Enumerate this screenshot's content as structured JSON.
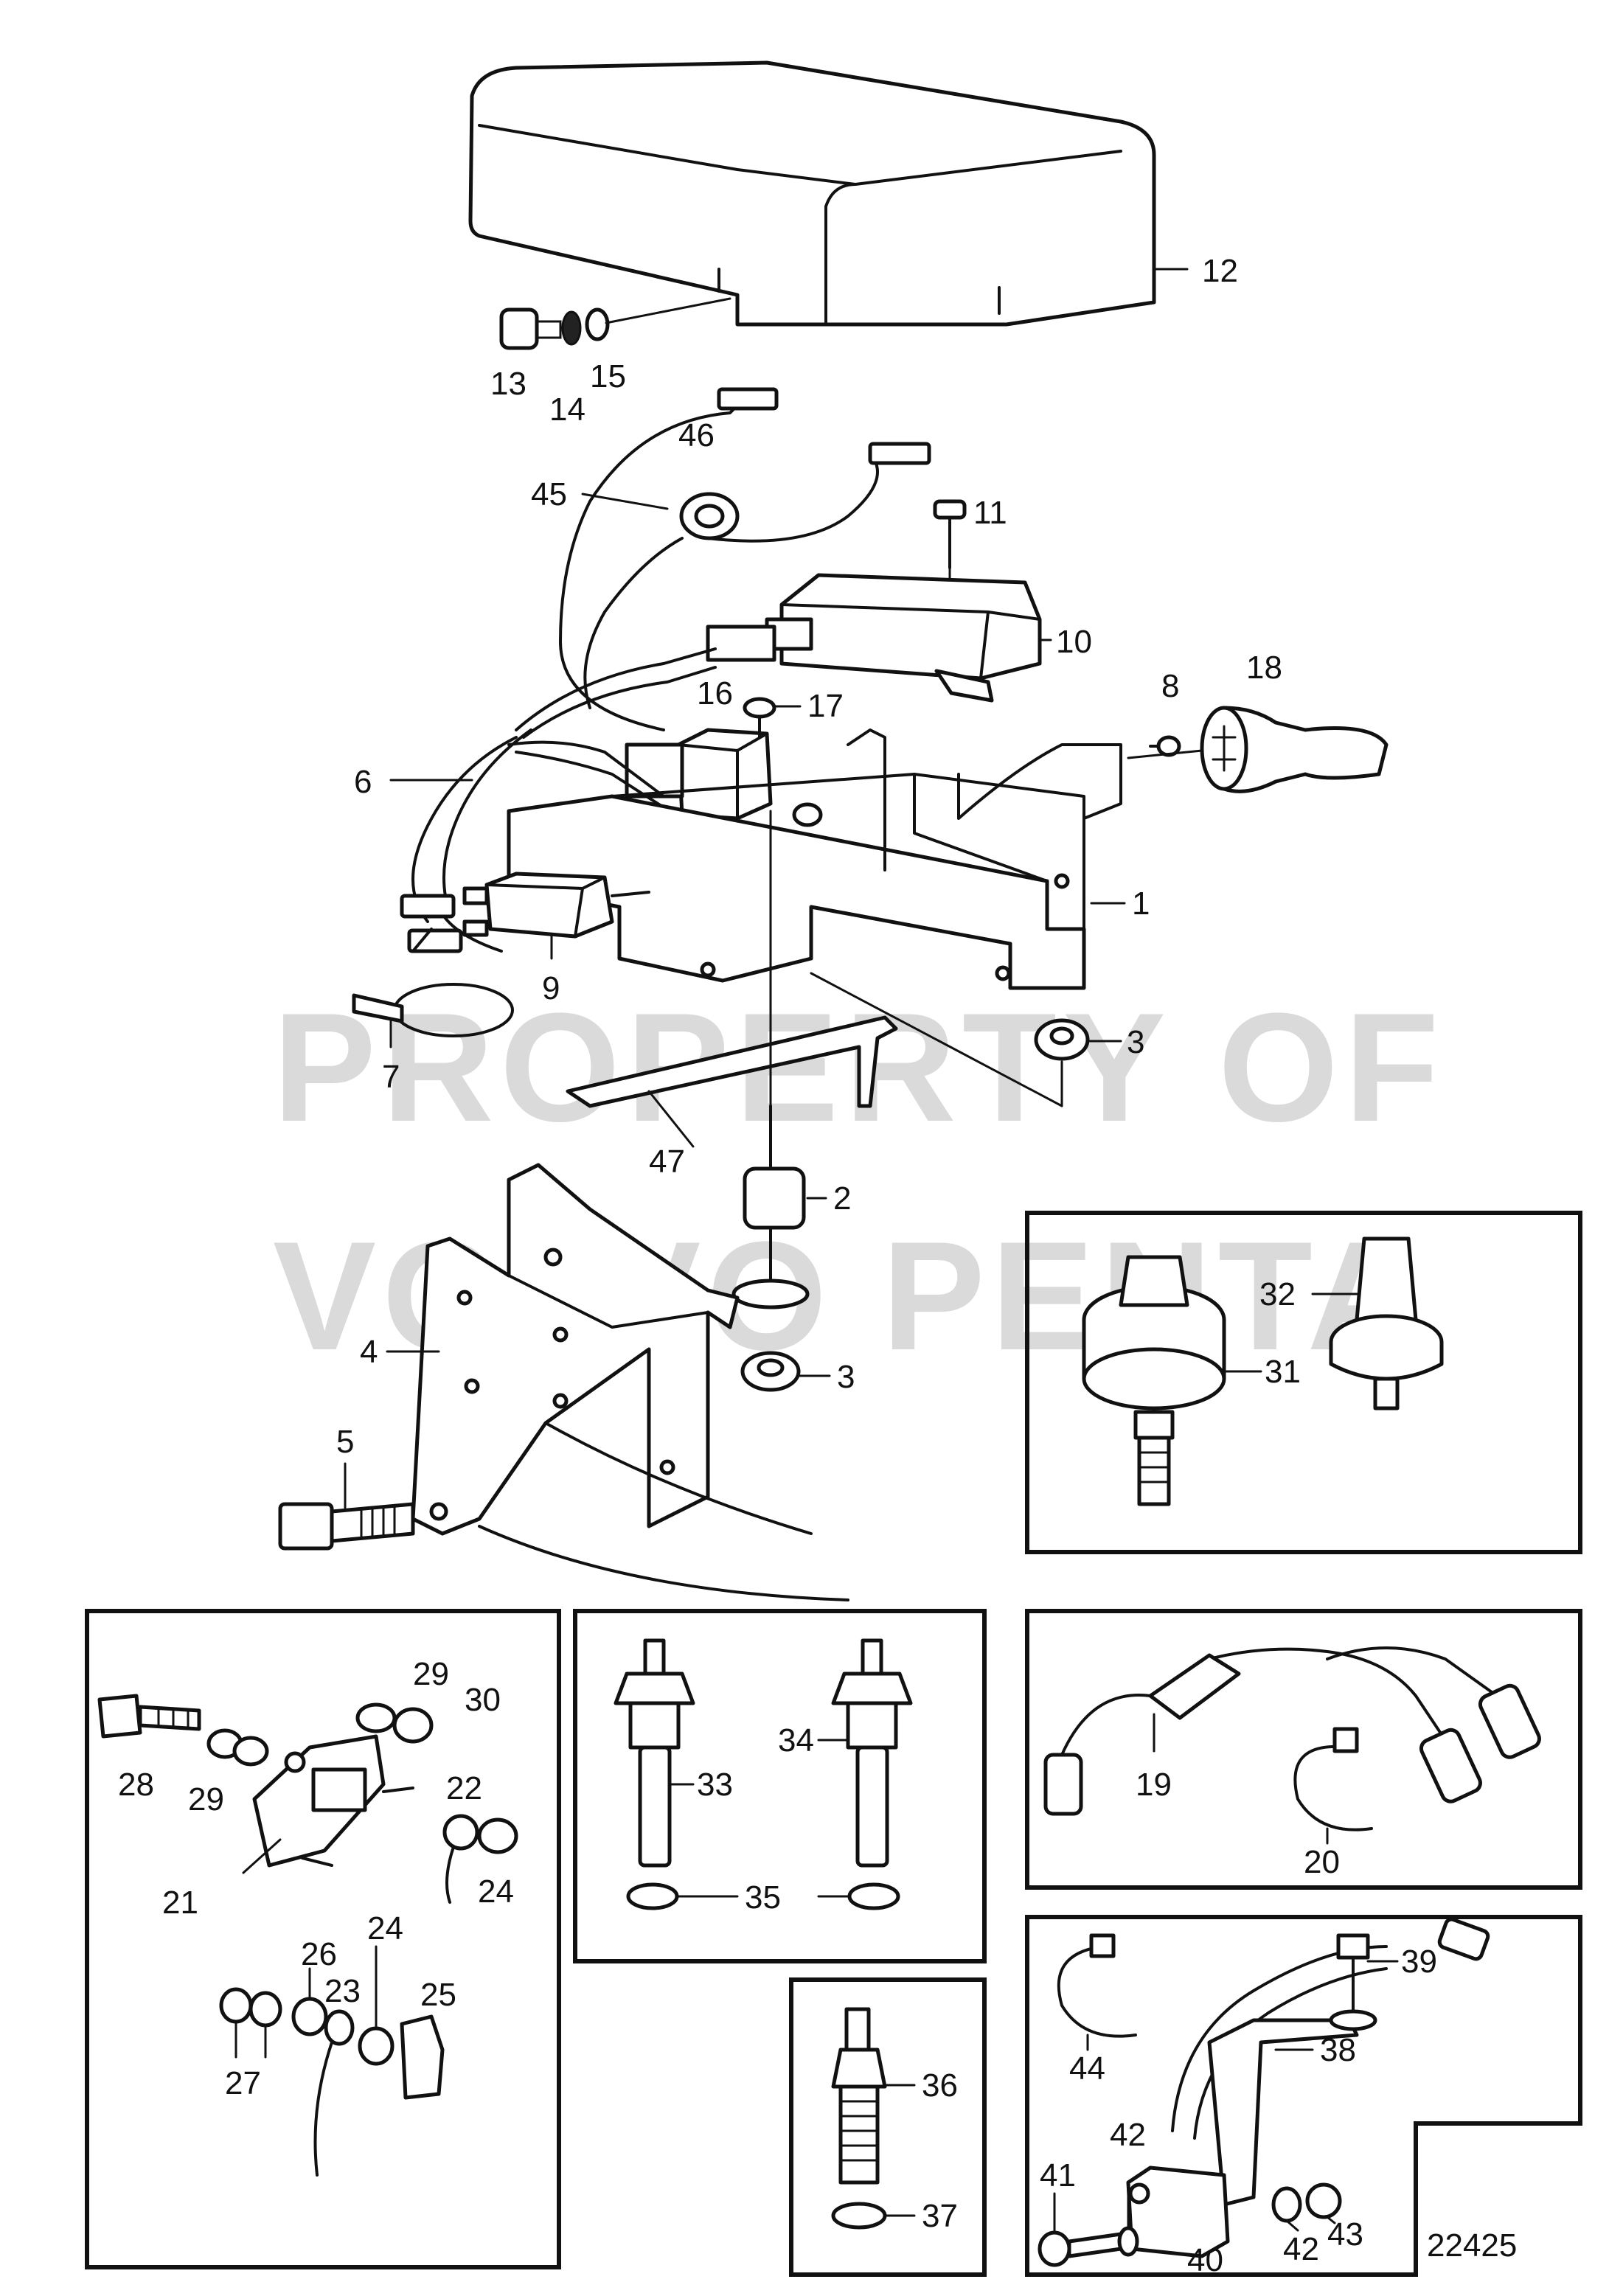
{
  "watermark": {
    "line1": "PROPERTY OF",
    "line2": "VOLVO PENTA"
  },
  "reference_number": "22425",
  "callouts": [
    {
      "id": "c1",
      "label": "1"
    },
    {
      "id": "c2",
      "label": "2"
    },
    {
      "id": "c3a",
      "label": "3"
    },
    {
      "id": "c3b",
      "label": "3"
    },
    {
      "id": "c4",
      "label": "4"
    },
    {
      "id": "c5",
      "label": "5"
    },
    {
      "id": "c6",
      "label": "6"
    },
    {
      "id": "c7",
      "label": "7"
    },
    {
      "id": "c8",
      "label": "8"
    },
    {
      "id": "c9",
      "label": "9"
    },
    {
      "id": "c10",
      "label": "10"
    },
    {
      "id": "c11",
      "label": "11"
    },
    {
      "id": "c12",
      "label": "12"
    },
    {
      "id": "c13",
      "label": "13"
    },
    {
      "id": "c14",
      "label": "14"
    },
    {
      "id": "c15",
      "label": "15"
    },
    {
      "id": "c16",
      "label": "16"
    },
    {
      "id": "c17",
      "label": "17"
    },
    {
      "id": "c18",
      "label": "18"
    },
    {
      "id": "c19",
      "label": "19"
    },
    {
      "id": "c20",
      "label": "20"
    },
    {
      "id": "c21",
      "label": "21"
    },
    {
      "id": "c22",
      "label": "22"
    },
    {
      "id": "c23",
      "label": "23"
    },
    {
      "id": "c24a",
      "label": "24"
    },
    {
      "id": "c24b",
      "label": "24"
    },
    {
      "id": "c25",
      "label": "25"
    },
    {
      "id": "c26",
      "label": "26"
    },
    {
      "id": "c27",
      "label": "27"
    },
    {
      "id": "c28",
      "label": "28"
    },
    {
      "id": "c29a",
      "label": "29"
    },
    {
      "id": "c29b",
      "label": "29"
    },
    {
      "id": "c30",
      "label": "30"
    },
    {
      "id": "c31",
      "label": "31"
    },
    {
      "id": "c32",
      "label": "32"
    },
    {
      "id": "c33",
      "label": "33"
    },
    {
      "id": "c34",
      "label": "34"
    },
    {
      "id": "c35",
      "label": "35"
    },
    {
      "id": "c36",
      "label": "36"
    },
    {
      "id": "c37",
      "label": "37"
    },
    {
      "id": "c38",
      "label": "38"
    },
    {
      "id": "c39",
      "label": "39"
    },
    {
      "id": "c40",
      "label": "40"
    },
    {
      "id": "c41",
      "label": "41"
    },
    {
      "id": "c42a",
      "label": "42"
    },
    {
      "id": "c42b",
      "label": "42"
    },
    {
      "id": "c43",
      "label": "43"
    },
    {
      "id": "c44",
      "label": "44"
    },
    {
      "id": "c45",
      "label": "45"
    },
    {
      "id": "c46",
      "label": "46"
    },
    {
      "id": "c47",
      "label": "47"
    }
  ]
}
